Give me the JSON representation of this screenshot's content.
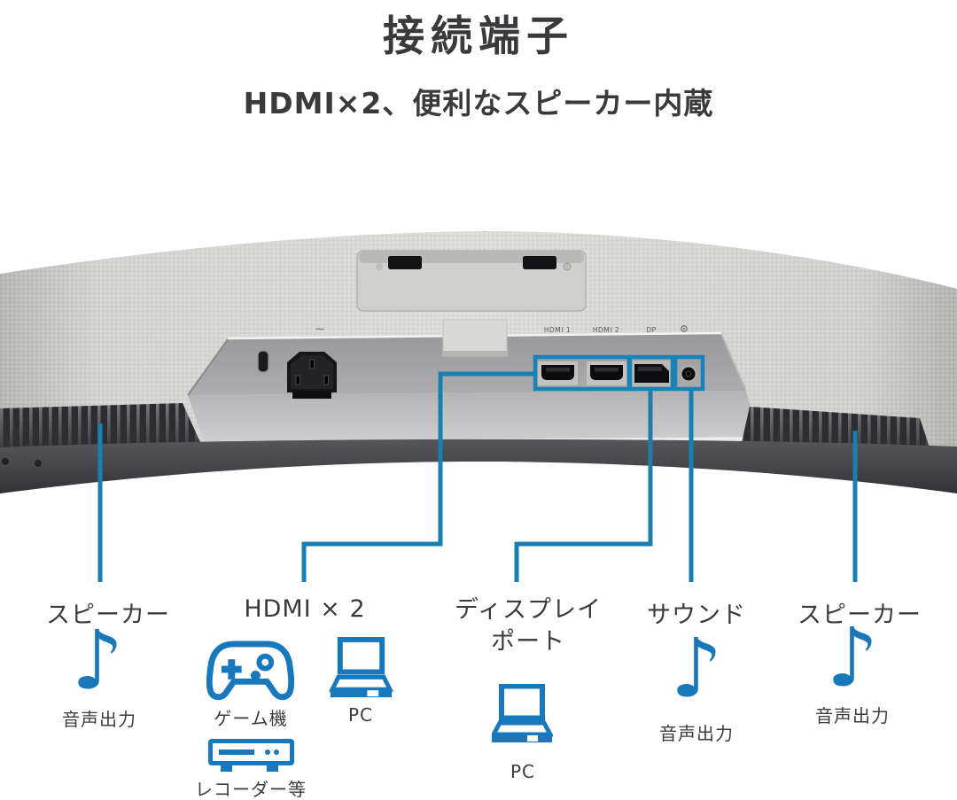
{
  "header": {
    "title": "接続端子",
    "subtitle": "HDMI×2、便利なスピーカー内蔵"
  },
  "monitor": {
    "power_symbol": "~",
    "port_labels": [
      "HDMI 1",
      "HDMI 2",
      "DP"
    ]
  },
  "callouts": {
    "speaker_left": {
      "label": "スピーカー",
      "icon": "music-note",
      "caption": "音声出力"
    },
    "hdmi": {
      "label": "HDMI × 2",
      "devices": [
        {
          "icon": "game-controller",
          "caption": "ゲーム機"
        },
        {
          "icon": "laptop",
          "caption": "PC"
        },
        {
          "icon": "recorder",
          "caption": "レコーダー等"
        }
      ]
    },
    "displayport": {
      "label_line1": "ディスプレイ",
      "label_line2": "ポート",
      "devices": [
        {
          "icon": "laptop",
          "caption": "PC"
        }
      ]
    },
    "sound": {
      "label": "サウンド",
      "icon": "music-note",
      "caption": "音声出力"
    },
    "speaker_right": {
      "label": "スピーカー",
      "icon": "music-note",
      "caption": "音声出力"
    }
  },
  "icons": {
    "music_note": "♪"
  },
  "colors": {
    "accent_blue": "#187fb3",
    "icon_blue": "#1878be",
    "text_dark": "#3b3b3d"
  }
}
